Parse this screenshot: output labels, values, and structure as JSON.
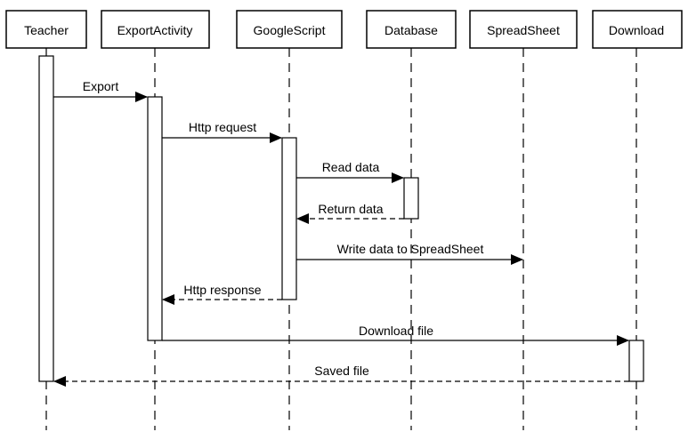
{
  "participants": [
    {
      "id": "teacher",
      "label": "Teacher"
    },
    {
      "id": "export-activity",
      "label": "ExportActivity"
    },
    {
      "id": "google-script",
      "label": "GoogleScript"
    },
    {
      "id": "database",
      "label": "Database"
    },
    {
      "id": "spreadsheet",
      "label": "SpreadSheet"
    },
    {
      "id": "download",
      "label": "Download"
    }
  ],
  "messages": [
    {
      "label": "Export",
      "from": "teacher",
      "to": "export-activity",
      "kind": "sync"
    },
    {
      "label": "Http request",
      "from": "export-activity",
      "to": "google-script",
      "kind": "sync"
    },
    {
      "label": "Read data",
      "from": "google-script",
      "to": "database",
      "kind": "sync"
    },
    {
      "label": "Return data",
      "from": "database",
      "to": "google-script",
      "kind": "return"
    },
    {
      "label": "Write data to SpreadSheet",
      "from": "google-script",
      "to": "spreadsheet",
      "kind": "sync"
    },
    {
      "label": "Http response",
      "from": "google-script",
      "to": "export-activity",
      "kind": "return"
    },
    {
      "label": "Download file",
      "from": "export-activity",
      "to": "download",
      "kind": "sync"
    },
    {
      "label": "Saved file",
      "from": "download",
      "to": "teacher",
      "kind": "return"
    }
  ],
  "colors": {
    "line": "#000000",
    "background": "#ffffff"
  }
}
